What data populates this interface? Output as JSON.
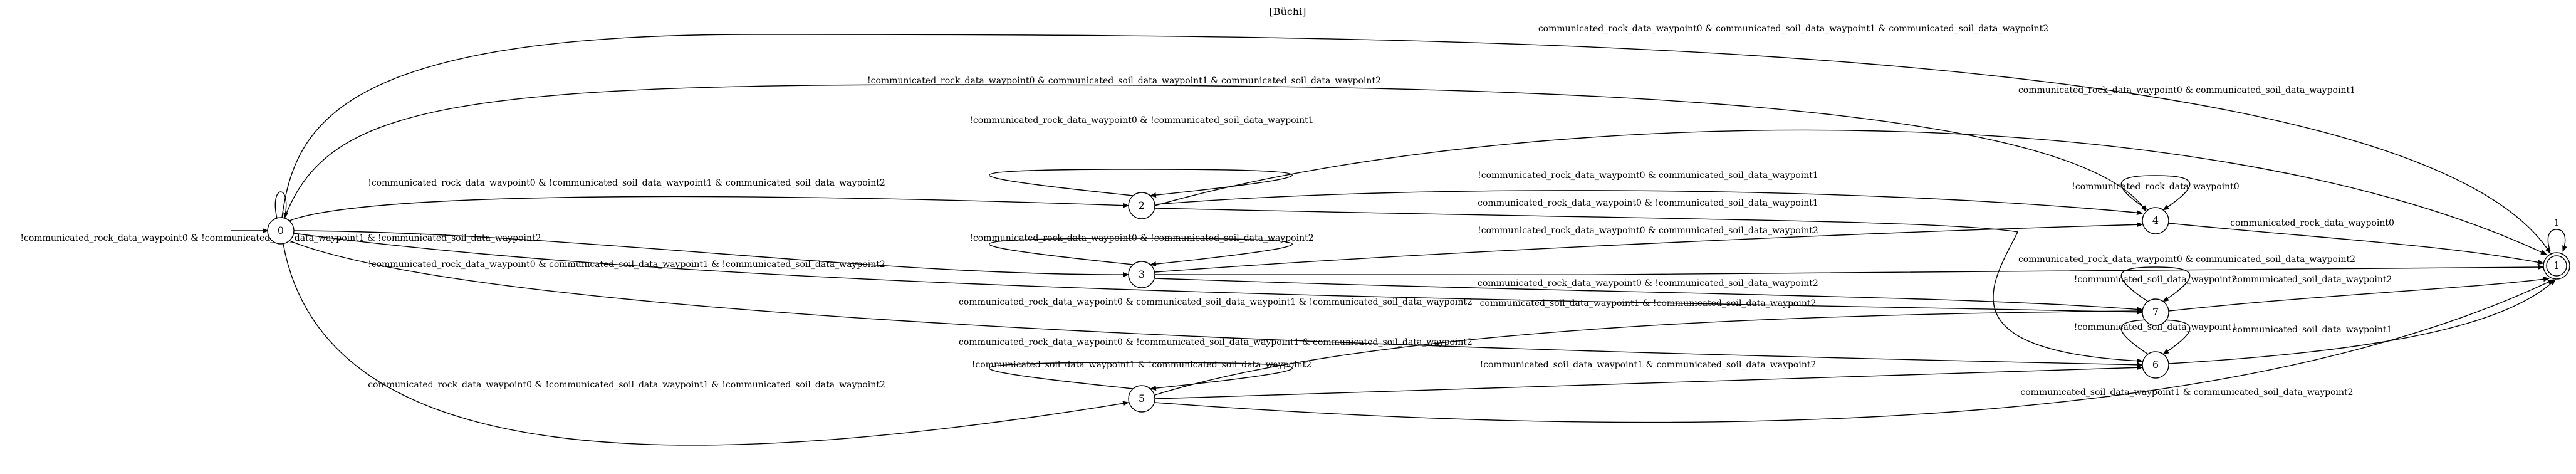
{
  "title": "[Büchi]",
  "nodes": [
    {
      "id": "0",
      "label": "0",
      "accepting": false,
      "initial": true
    },
    {
      "id": "1",
      "label": "1",
      "accepting": true,
      "initial": false
    },
    {
      "id": "2",
      "label": "2",
      "accepting": false,
      "initial": false
    },
    {
      "id": "3",
      "label": "3",
      "accepting": false,
      "initial": false
    },
    {
      "id": "4",
      "label": "4",
      "accepting": false,
      "initial": false
    },
    {
      "id": "5",
      "label": "5",
      "accepting": false,
      "initial": false
    },
    {
      "id": "6",
      "label": "6",
      "accepting": false,
      "initial": false
    },
    {
      "id": "7",
      "label": "7",
      "accepting": false,
      "initial": false
    }
  ],
  "edges": [
    {
      "from": "0",
      "to": "0",
      "label": "!communicated_rock_data_waypoint0 & !communicated_soil_data_waypoint1 & !communicated_soil_data_waypoint2"
    },
    {
      "from": "0",
      "to": "1",
      "label": "communicated_rock_data_waypoint0 & communicated_soil_data_waypoint1 & communicated_soil_data_waypoint2"
    },
    {
      "from": "0",
      "to": "4",
      "label": "!communicated_rock_data_waypoint0 & communicated_soil_data_waypoint1 & communicated_soil_data_waypoint2"
    },
    {
      "from": "0",
      "to": "2",
      "label": "!communicated_rock_data_waypoint0 & !communicated_soil_data_waypoint1 & communicated_soil_data_waypoint2"
    },
    {
      "from": "0",
      "to": "3",
      "label": "!communicated_rock_data_waypoint0 & communicated_soil_data_waypoint1 & !communicated_soil_data_waypoint2"
    },
    {
      "from": "0",
      "to": "7",
      "label": "communicated_rock_data_waypoint0 & communicated_soil_data_waypoint1 & !communicated_soil_data_waypoint2"
    },
    {
      "from": "0",
      "to": "6",
      "label": "communicated_rock_data_waypoint0 & !communicated_soil_data_waypoint1 & communicated_soil_data_waypoint2"
    },
    {
      "from": "0",
      "to": "5",
      "label": "communicated_rock_data_waypoint0 & !communicated_soil_data_waypoint1 & !communicated_soil_data_waypoint2"
    },
    {
      "from": "2",
      "to": "2",
      "label": "!communicated_rock_data_waypoint0 & !communicated_soil_data_waypoint1"
    },
    {
      "from": "2",
      "to": "1",
      "label": "communicated_rock_data_waypoint0 & communicated_soil_data_waypoint1"
    },
    {
      "from": "2",
      "to": "4",
      "label": "!communicated_rock_data_waypoint0 & communicated_soil_data_waypoint1"
    },
    {
      "from": "2",
      "to": "6",
      "label": "communicated_rock_data_waypoint0 & !communicated_soil_data_waypoint1"
    },
    {
      "from": "3",
      "to": "3",
      "label": "!communicated_rock_data_waypoint0 & !communicated_soil_data_waypoint2"
    },
    {
      "from": "3",
      "to": "4",
      "label": "!communicated_rock_data_waypoint0 & communicated_soil_data_waypoint2"
    },
    {
      "from": "3",
      "to": "1",
      "label": "communicated_rock_data_waypoint0 & communicated_soil_data_waypoint2"
    },
    {
      "from": "3",
      "to": "7",
      "label": "communicated_rock_data_waypoint0 & !communicated_soil_data_waypoint2"
    },
    {
      "from": "4",
      "to": "4",
      "label": "!communicated_rock_data_waypoint0"
    },
    {
      "from": "4",
      "to": "1",
      "label": "communicated_rock_data_waypoint0"
    },
    {
      "from": "7",
      "to": "7",
      "label": "!communicated_soil_data_waypoint2"
    },
    {
      "from": "7",
      "to": "1",
      "label": "communicated_soil_data_waypoint2"
    },
    {
      "from": "6",
      "to": "6",
      "label": "!communicated_soil_data_waypoint1"
    },
    {
      "from": "6",
      "to": "1",
      "label": "communicated_soil_data_waypoint1"
    },
    {
      "from": "5",
      "to": "5",
      "label": "!communicated_soil_data_waypoint1 & !communicated_soil_data_waypoint2"
    },
    {
      "from": "5",
      "to": "7",
      "label": "communicated_soil_data_waypoint1 & !communicated_soil_data_waypoint2"
    },
    {
      "from": "5",
      "to": "6",
      "label": "!communicated_soil_data_waypoint1 & communicated_soil_data_waypoint2"
    },
    {
      "from": "5",
      "to": "1",
      "label": "communicated_soil_data_waypoint1 & communicated_soil_data_waypoint2"
    },
    {
      "from": "1",
      "to": "1",
      "label": "1"
    }
  ]
}
